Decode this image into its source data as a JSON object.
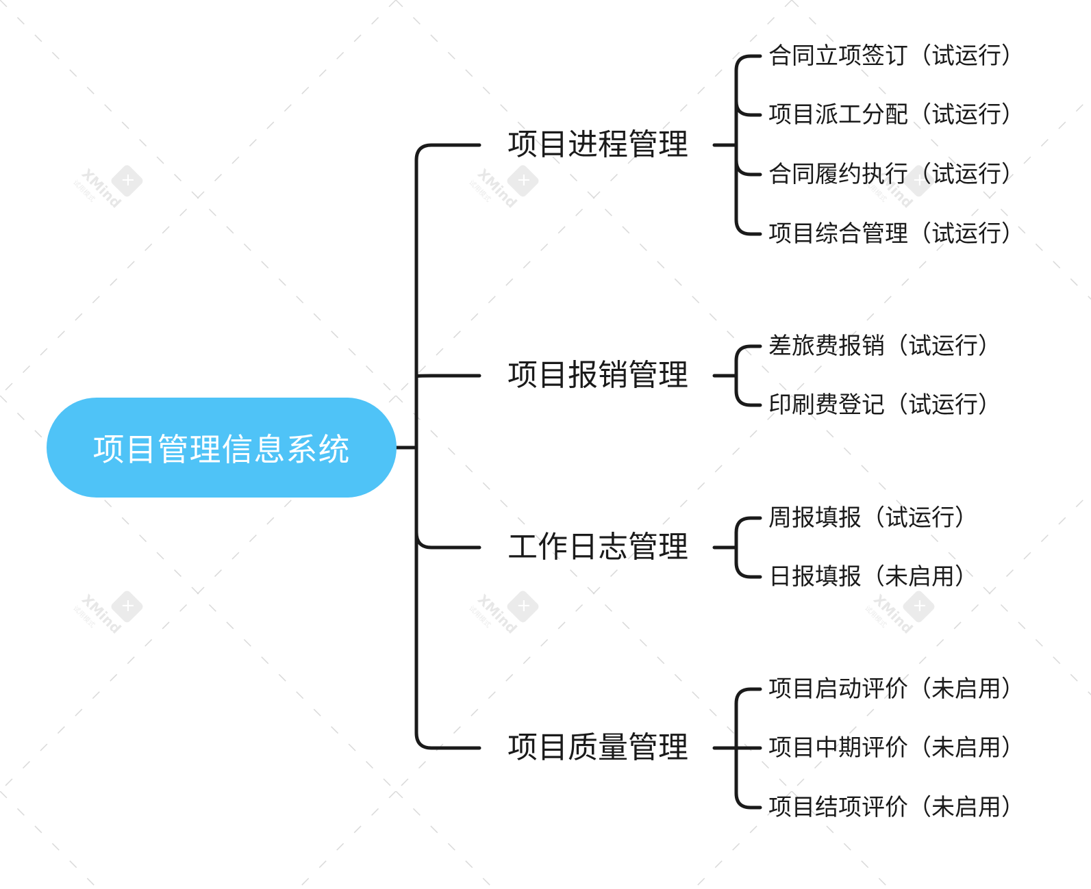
{
  "root": {
    "label": "项目管理信息系统",
    "color": "#4fc3f7"
  },
  "branches": [
    {
      "label": "项目进程管理",
      "children": [
        "合同立项签订（试运行）",
        "项目派工分配（试运行）",
        "合同履约执行（试运行）",
        "项目综合管理（试运行）"
      ]
    },
    {
      "label": "项目报销管理",
      "children": [
        "差旅费报销（试运行）",
        "印刷费登记（试运行）"
      ]
    },
    {
      "label": "工作日志管理",
      "children": [
        "周报填报（试运行）",
        "日报填报（未启用）"
      ]
    },
    {
      "label": "项目质量管理",
      "children": [
        "项目启动评价（未启用）",
        "项目中期评价（未启用）",
        "项目结项评价（未启用）"
      ]
    }
  ],
  "watermark": {
    "brand": "XMind",
    "sub": "试用模式",
    "icon": "xmind-logo-icon"
  },
  "line_color": "#1a1a1a"
}
